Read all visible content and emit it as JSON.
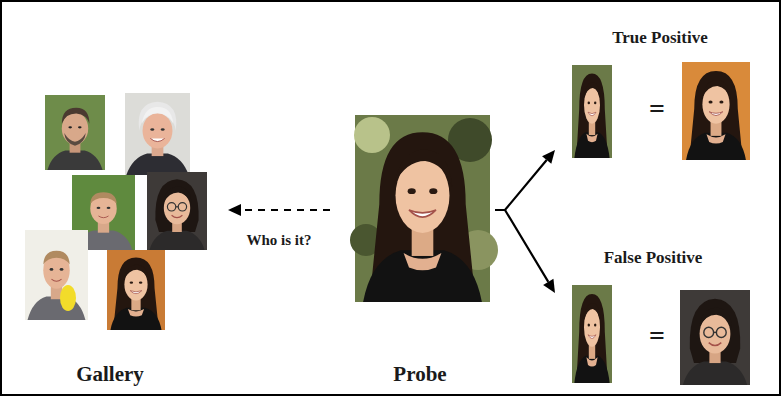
{
  "diagram": {
    "nodes": [
      {
        "text": [
          "Gallery"
        ]
      },
      {
        "text": [
          "Probe"
        ]
      },
      {
        "text": [
          "True Positive",
          "="
        ]
      },
      {
        "text": [
          "False Positive",
          "="
        ]
      }
    ],
    "edges": [
      {
        "from": 1,
        "to": 0,
        "arrow": "to",
        "label": "Who is it?"
      },
      {
        "from": 1,
        "to": 2,
        "arrow": "to"
      },
      {
        "from": 1,
        "to": 3,
        "arrow": "to"
      }
    ]
  }
}
